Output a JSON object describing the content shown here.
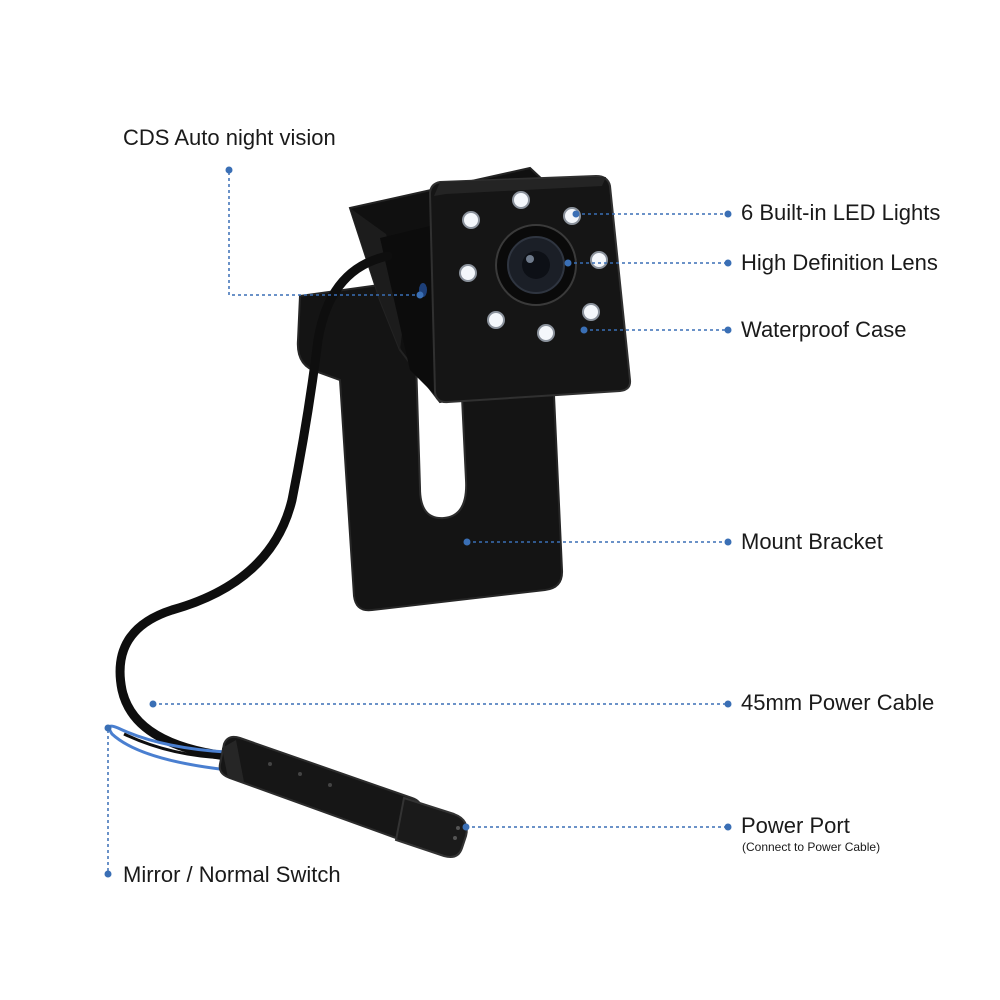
{
  "colors": {
    "callout": "#3a6fb5",
    "device": "#141414",
    "device_edge": "#2a2a2a",
    "led": "#f4f7fb",
    "switch_wire": "#4a7fd0"
  },
  "callouts": {
    "night_vision": "CDS Auto night vision",
    "led_lights": "6 Built-in LED Lights",
    "lens": "High Definition Lens",
    "case": "Waterproof Case",
    "bracket": "Mount Bracket",
    "cable": "45mm Power Cable",
    "port": "Power Port",
    "port_note": "(Connect to Power Cable)",
    "switch": "Mirror / Normal Switch"
  }
}
